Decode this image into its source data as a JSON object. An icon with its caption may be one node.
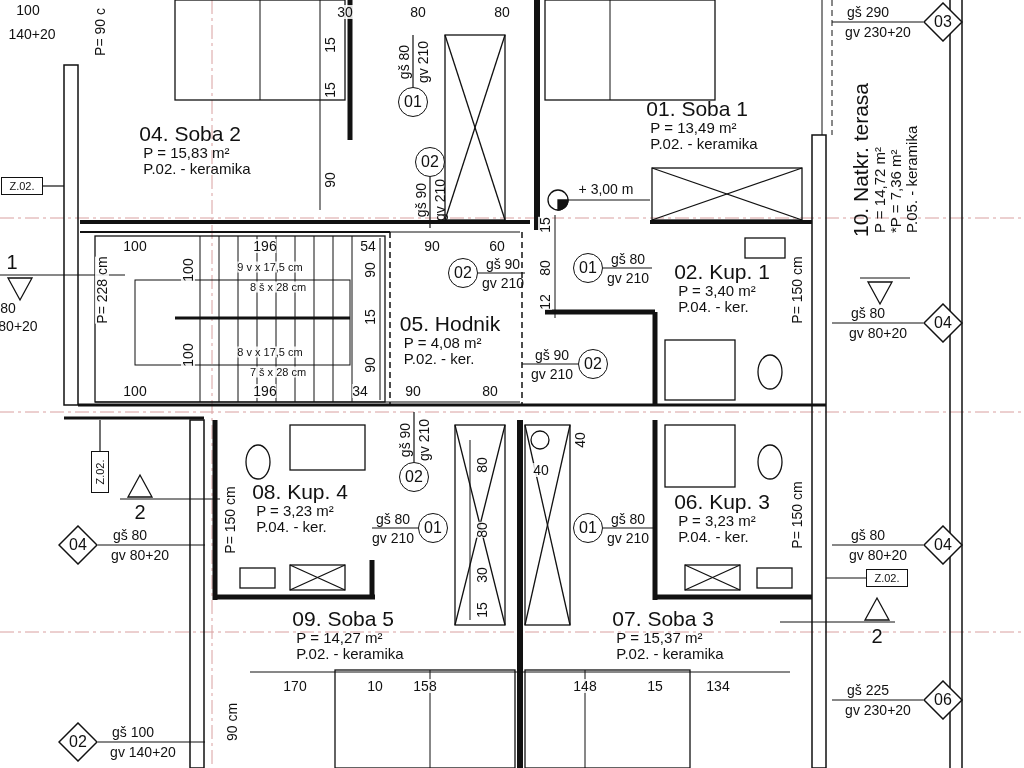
{
  "diagram": {
    "nodes": [
      {
        "text": [
          "04. Soba 2",
          "P = 15,83 m²",
          "P.02. - keramika"
        ]
      },
      {
        "text": [
          "01. Soba 1",
          "P = 13,49 m²",
          "P.02. - keramika"
        ]
      },
      {
        "text": [
          "10. Natkr. terasa",
          "P = 14,72 m²",
          "*P = 7,36 m²",
          "P.05. - keramika"
        ]
      },
      {
        "text": [
          "05. Hodnik",
          "P = 4,08 m²",
          "P.02. - ker."
        ]
      },
      {
        "text": [
          "02. Kup. 1",
          "P = 3,40 m²",
          "P.04. - ker."
        ]
      },
      {
        "text": [
          "08. Kup. 4",
          "P = 3,23 m²",
          "P.04. - ker."
        ]
      },
      {
        "text": [
          "06. Kup. 3",
          "P = 3,23 m²",
          "P.04. - ker."
        ]
      },
      {
        "text": [
          "09. Soba 5",
          "P = 14,27 m²",
          "P.02. - keramika"
        ]
      },
      {
        "text": [
          "07. Soba 3",
          "P = 15,37 m²",
          "P.02. - keramika"
        ]
      },
      {
        "text": [
          "01"
        ],
        "beside": [
          "gš 80",
          "gv 210"
        ]
      },
      {
        "text": [
          "02"
        ],
        "beside": [
          "gš 90",
          "gv 210"
        ]
      },
      {
        "text": [
          "02"
        ],
        "beside": [
          "gš 90",
          "gv 210"
        ]
      },
      {
        "text": [
          "01"
        ],
        "beside": [
          "gš 80",
          "gv 210"
        ]
      },
      {
        "text": [
          "02"
        ],
        "beside": [
          "gš 90",
          "gv 210"
        ]
      },
      {
        "text": [
          "02"
        ],
        "beside": [
          "gš 90",
          "gv 210"
        ]
      },
      {
        "text": [
          "01"
        ],
        "beside": [
          "gš 80",
          "gv 210"
        ]
      },
      {
        "text": [
          "01"
        ],
        "beside": [
          "gš 80",
          "gv 210"
        ]
      },
      {
        "text": [
          "03"
        ],
        "beside": [
          "gš 290",
          "gv 230+20"
        ]
      },
      {
        "text": [
          "04"
        ],
        "beside": [
          "gš 80",
          "gv 80+20"
        ]
      },
      {
        "text": [
          "04"
        ],
        "beside": [
          "gš 80",
          "gv 80+20"
        ]
      },
      {
        "text": [
          "04"
        ],
        "beside": [
          "gš 80",
          "gv 80+20"
        ]
      },
      {
        "text": [
          "06"
        ],
        "beside": [
          "gš 225",
          "gv 230+20"
        ]
      },
      {
        "text": [
          "02"
        ],
        "beside": [
          "gš 100",
          "gv 140+20"
        ]
      },
      {
        "text": [
          "Z.02."
        ]
      },
      {
        "text": [
          "Z.02."
        ]
      },
      {
        "text": [
          "Z.02."
        ]
      }
    ],
    "edges": [
      {
        "from": 9,
        "to": null,
        "arrow": "none"
      },
      {
        "from": 10,
        "to": null,
        "arrow": "none"
      },
      {
        "from": 11,
        "to": null,
        "arrow": "none"
      },
      {
        "from": 12,
        "to": null,
        "arrow": "none"
      },
      {
        "from": 13,
        "to": null,
        "arrow": "none"
      },
      {
        "from": 14,
        "to": null,
        "arrow": "none"
      },
      {
        "from": 15,
        "to": null,
        "arrow": "none"
      },
      {
        "from": 16,
        "to": null,
        "arrow": "none"
      },
      {
        "from": 17,
        "to": null,
        "arrow": "none"
      },
      {
        "from": 18,
        "to": null,
        "arrow": "none"
      },
      {
        "from": 19,
        "to": null,
        "arrow": "none"
      },
      {
        "from": 20,
        "to": null,
        "arrow": "none"
      },
      {
        "from": 21,
        "to": null,
        "arrow": "none"
      },
      {
        "from": 22,
        "to": null,
        "arrow": "none"
      },
      {
        "from": 23,
        "to": null,
        "arrow": "none"
      },
      {
        "from": 24,
        "to": null,
        "arrow": "none"
      },
      {
        "from": 25,
        "to": null,
        "arrow": "none"
      }
    ],
    "labels": [
      "100",
      "140+20",
      "P= 90 c",
      "30",
      "80",
      "80",
      "15",
      "15",
      "90",
      "100",
      "196",
      "54",
      "90",
      "60",
      "+ 3,00 m",
      "15",
      "1",
      "80",
      "80+20",
      "P= 228 cm",
      "100",
      "9 v x 17,5 cm",
      "8 š x 28 cm",
      "90",
      "80",
      "15",
      "12",
      "P= 150 cm",
      "100",
      "8 v x 17,5 cm",
      "7 š x 28 cm",
      "90",
      "100",
      "196",
      "34",
      "90",
      "80",
      "40",
      "40",
      "80",
      "2",
      "P= 150 cm",
      "P= 150 cm",
      "80",
      "30",
      "2",
      "15",
      "170",
      "10",
      "158",
      "148",
      "15",
      "134",
      "90 cm"
    ]
  }
}
